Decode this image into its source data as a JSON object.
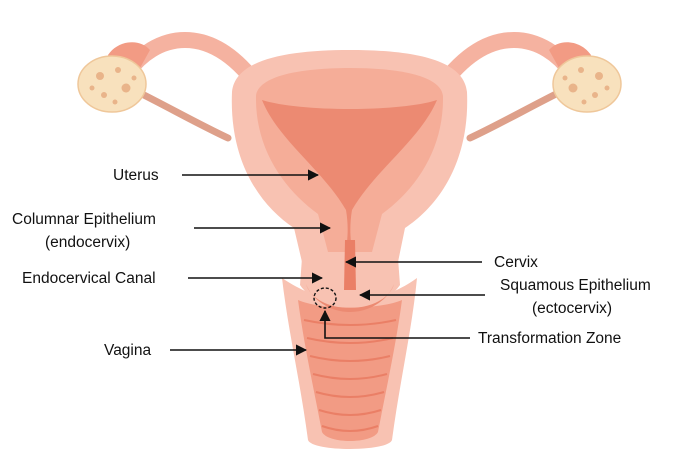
{
  "labels": {
    "uterus": "Uterus",
    "columnar_line1": "Columnar Epithelium",
    "columnar_line2": "(endocervix)",
    "endocervical_canal": "Endocervical Canal",
    "vagina": "Vagina",
    "cervix": "Cervix",
    "squamous_line1": "Squamous Epithelium",
    "squamous_line2": "(ectocervix)",
    "transformation_zone": "Transformation Zone"
  },
  "colors": {
    "outer_tissue": "#f8c2b2",
    "inner_tissue": "#f29b84",
    "dark_tissue": "#ea7f66",
    "ovary": "#f8e1bd",
    "ovary_dots": "#e9b48a",
    "ligament": "#dea08a",
    "arrow": "#111111"
  }
}
